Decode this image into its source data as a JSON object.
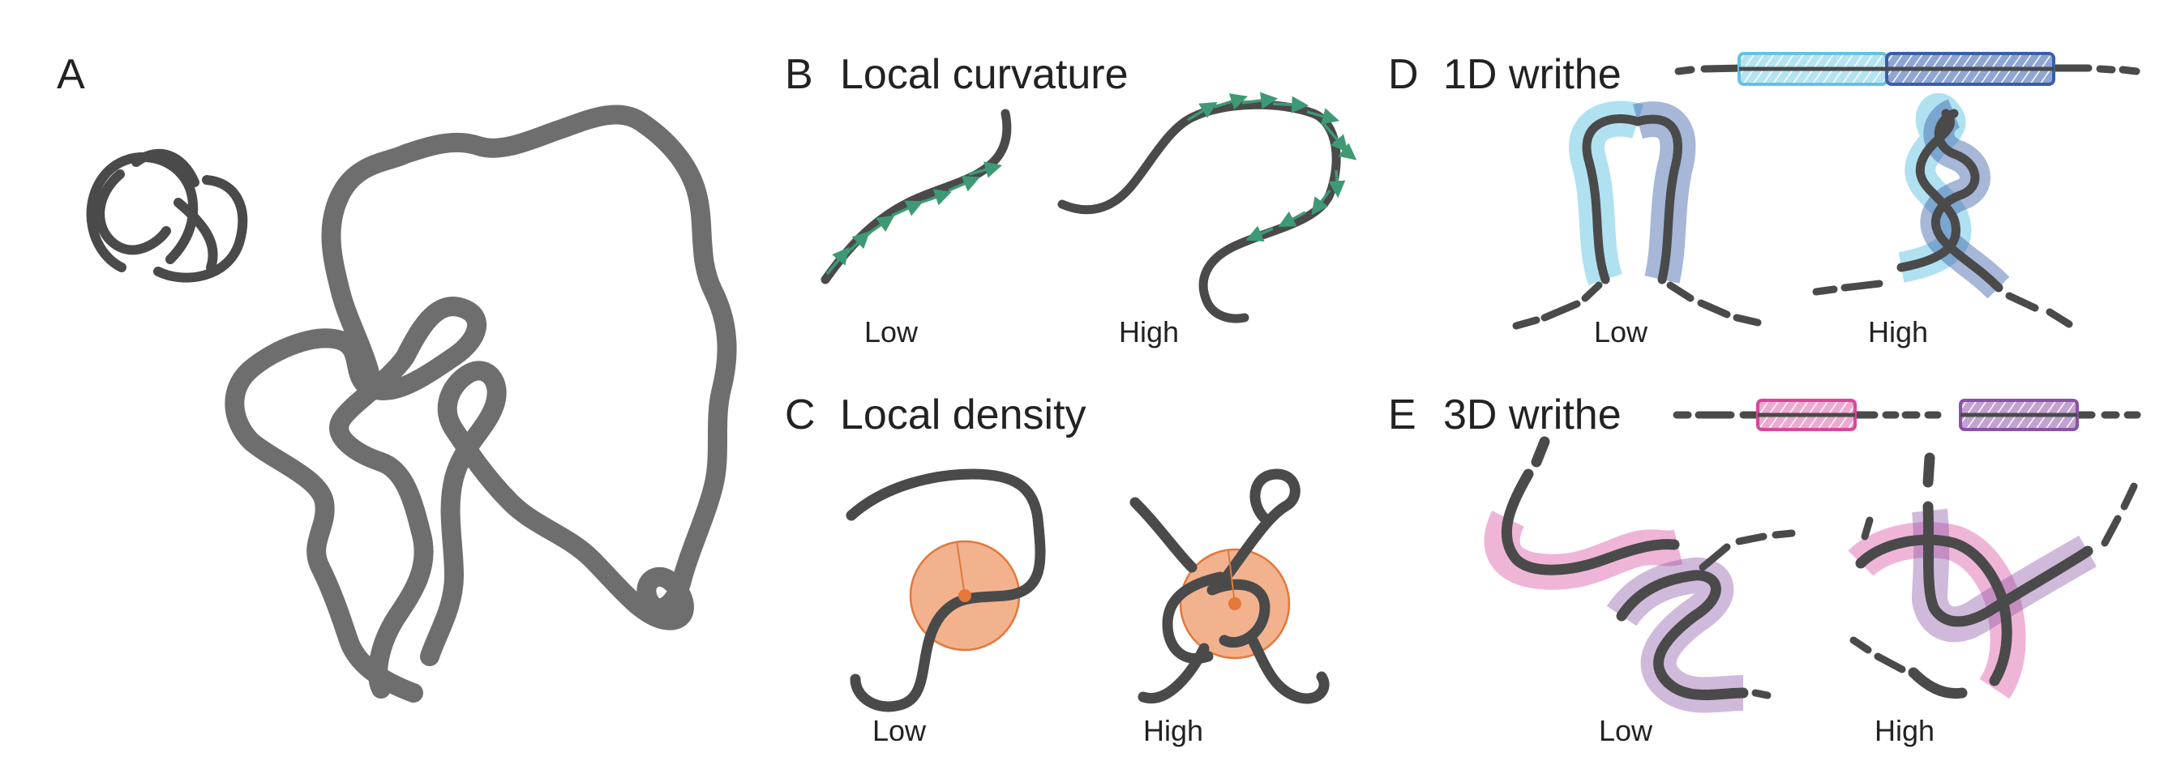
{
  "panels": {
    "a": {
      "letter": "A"
    },
    "b": {
      "letter": "B",
      "title": "Local curvature",
      "low": "Low",
      "high": "High"
    },
    "c": {
      "letter": "C",
      "title": "Local density",
      "low": "Low",
      "high": "High"
    },
    "d": {
      "letter": "D",
      "title": "1D writhe",
      "low": "Low",
      "high": "High"
    },
    "e": {
      "letter": "E",
      "title": "3D writhe",
      "low": "Low",
      "high": "High"
    }
  },
  "colors": {
    "chain": "#4a4a4a",
    "polymer": "#6e6e6e",
    "curvature_arrow": "#3d9a74",
    "density_fill": "#f0a57a",
    "density_stroke": "#e3783a",
    "writhe_light_blue": "#62c3e3",
    "writhe_dark_blue": "#3a5fa8",
    "writhe_pink": "#d8479a",
    "writhe_purple": "#8a52a6"
  }
}
